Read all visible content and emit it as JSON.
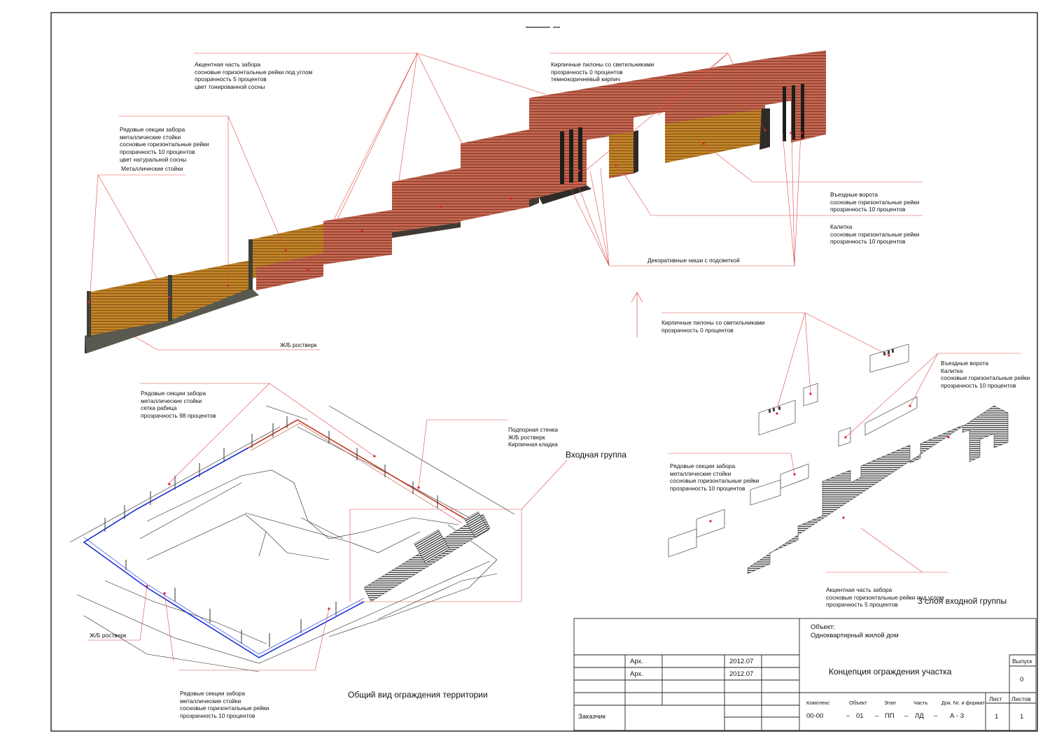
{
  "callouts": {
    "accent": [
      "Акцентная часть забора",
      "сосновые горизонтальные рейки под углом",
      "прозрачность 5 процентов",
      "цвет тонированной сосны"
    ],
    "row_sections": [
      "Рядовые секции забора",
      "металлические стойки",
      "сосновые горизонтальные рейки",
      "прозрачность 10 процентов",
      "цвет натуральной сосны"
    ],
    "metal_posts": [
      "Металлические стойки"
    ],
    "foundation_top": [
      "Ж/Б ростверк"
    ],
    "brick_pylons": [
      "Кирпичные пилоны со светильниками",
      "прозрачность 0 процентов",
      "темнокоричневый кирпич"
    ],
    "entry_gate": [
      "Въездные ворота",
      "сосновые горизонтальные рейки",
      "прозрачность 10 процентов"
    ],
    "wicket": [
      "Калитка",
      "сосновые горизонтальные рейки",
      "прозрачность 10 процентов"
    ],
    "niches": [
      "Декоративные ниши с подсветкой"
    ],
    "mesh_sections": [
      "Рядовые секции забора",
      "металлические стойки",
      "сетка рабица",
      "прозрачность 98 процентов"
    ],
    "retaining_wall": [
      "Подпорная стенка",
      "Ж/Б ростверк",
      "Кирпичная кладка"
    ],
    "foundation_bottom": [
      "Ж/Б ростверк"
    ],
    "row_sections_bottom": [
      "Рядовые секции забора",
      "металлические стойки",
      "сосновые горизонтальные рейки",
      "прозрачность 10 процентов"
    ],
    "brick_pylons_layers": [
      "Кирпичные пилоны со светильниками",
      "прозрачность 0 процентов"
    ],
    "gate_wicket_layers": [
      "Въездные ворота",
      "Калитка",
      "сосновые горизонтальные рейки",
      "прозрачность 10 процентов"
    ],
    "row_sections_layers": [
      "Рядовые секции забора",
      "металлические стойки",
      "сосновые горизонтальные рейки",
      "прозрачность 10 процентов"
    ],
    "accent_layers": [
      "Акцентная часть забора",
      "сосновые горизонтальные рейки под углом",
      "прозрачность 5 процентов"
    ]
  },
  "headings": {
    "entry_group": "Входная группа",
    "overview": "Общий вид ограждения территории",
    "layers": "3 слоя входной группы"
  },
  "title_block": {
    "object_label": "Объект:",
    "object_name": "Одноквартирный жилой дом",
    "drawing_title": "Концепция ограждения участка",
    "rows": [
      {
        "role": "Арх.",
        "date": "2012.07"
      },
      {
        "role": "Арх.",
        "date": "2012.07"
      }
    ],
    "customer": "Заказчик",
    "issue_label": "Выпуск",
    "issue_value": "0",
    "sheet_label": "Лист",
    "sheets_label": "Листов",
    "sheet_value": "1",
    "sheets_value": "1",
    "code_headers": [
      "Комплекс",
      "Объект",
      "Этап",
      "Часть",
      "Док. Nr. и формат"
    ],
    "code_values": [
      "00-00",
      "01",
      "ПП",
      "ЛД",
      "А - 3"
    ],
    "separators": [
      "–",
      "–",
      "–",
      "–"
    ]
  },
  "colors": {
    "callout_line": "#e04848",
    "brick": "#b85a45",
    "pine_natural": "#b8781f",
    "plinth": "#5a5a52",
    "plan_red": "#c0391e",
    "plan_blue": "#1a2fd0",
    "marker": "#e0202a"
  }
}
